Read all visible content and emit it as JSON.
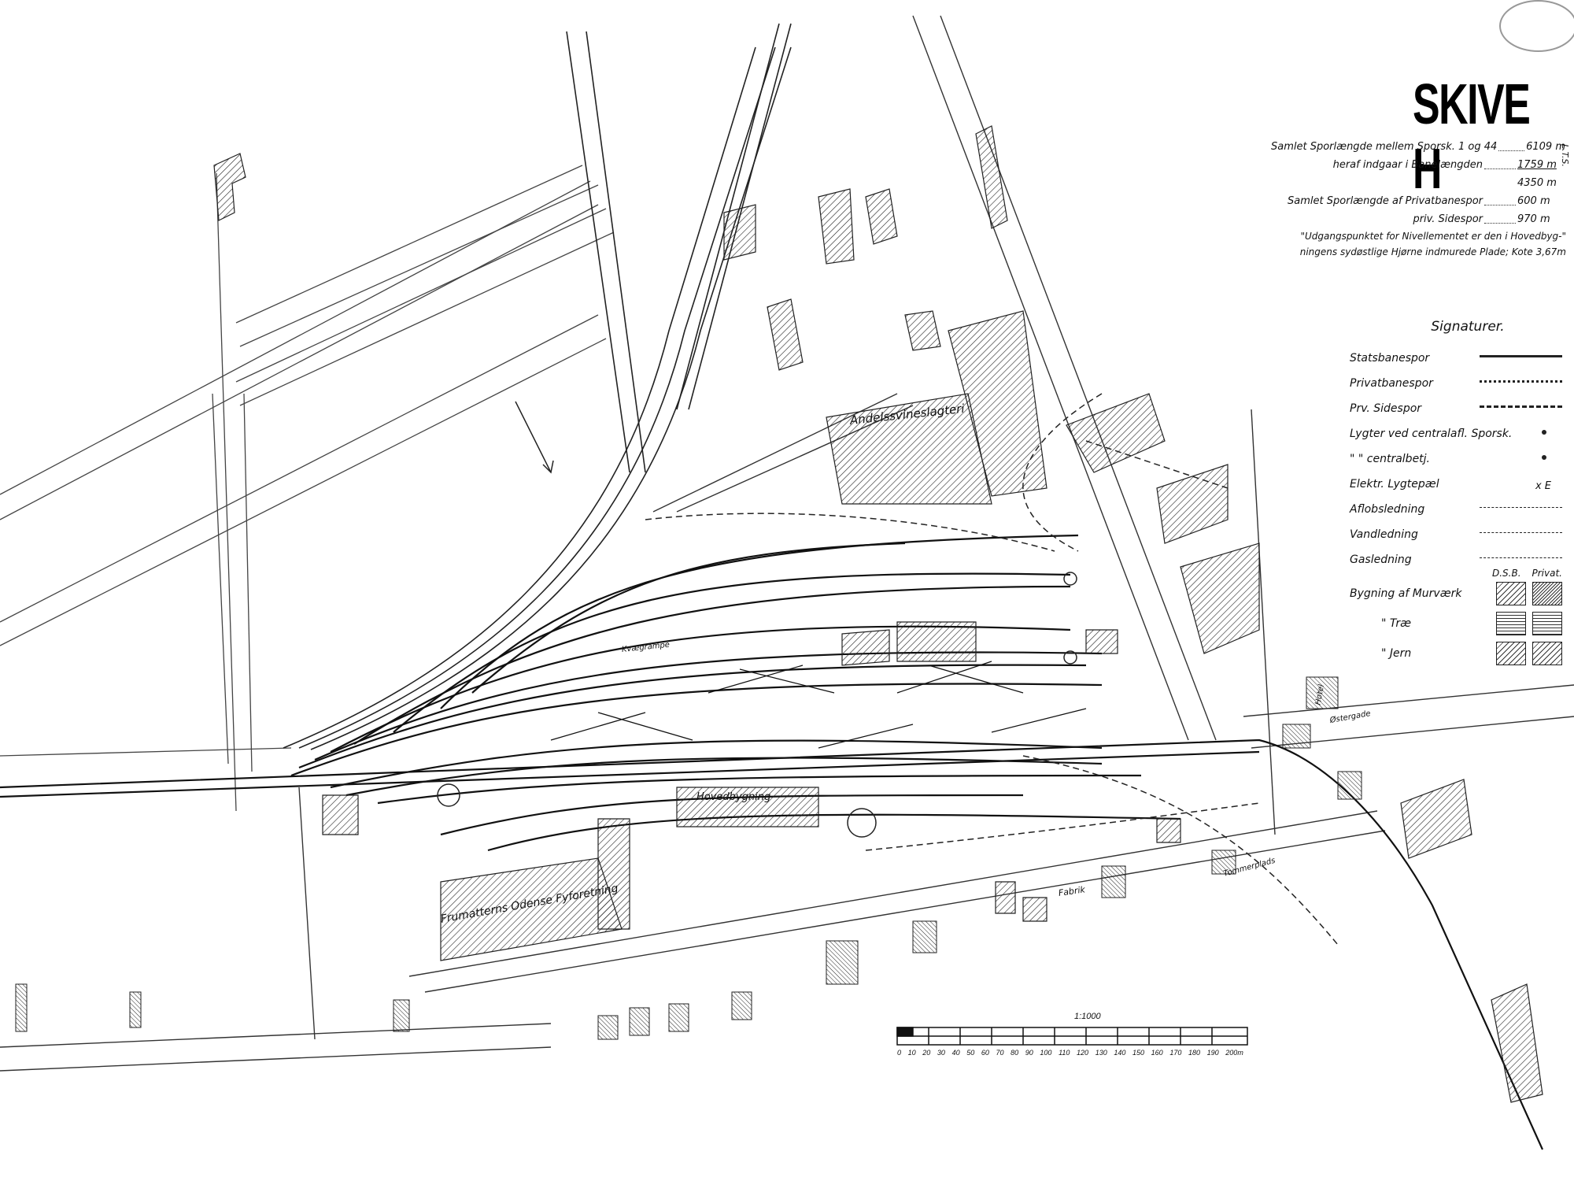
{
  "title": "SKIVE H",
  "stats": {
    "r1_label": "Samlet Sporlængde mellem Sporsk. 1 og 44",
    "r1_value": "6109 m",
    "r2_label": "heraf indgaar i Banelængden",
    "r2_value": "1759 m",
    "r3_value": "4350 m",
    "r4_label": "Samlet Sporlængde af Privatbanespor",
    "r4_value": "600 m",
    "r5_label": "priv. Sidespor",
    "r5_value": "970 m",
    "note1": "\"Udgangspunktet for Nivellementet er den i Hovedbyg-\"",
    "note2": "ningens sydøstlige Hjørne indmurede Plade; Kote 3,67m",
    "side_mark": "L.T.S."
  },
  "legend": {
    "heading": "Signaturer.",
    "items": [
      {
        "label": "Statsbanespor",
        "style": "solid"
      },
      {
        "label": "Privatbanespor",
        "style": "dots"
      },
      {
        "label": "Prv. Sidespor",
        "style": "dash"
      },
      {
        "label": "Lygter ved centralafl. Sporsk.",
        "style": "dot"
      },
      {
        "label": "\" \" centralbetj.",
        "style": "dot"
      },
      {
        "label": "Elektr. Lygtepæl",
        "style": "xe"
      },
      {
        "label": "Aflobsledning",
        "style": "thin"
      },
      {
        "label": "Vandledning",
        "style": "thin"
      },
      {
        "label": "Gasledning",
        "style": "thin"
      }
    ],
    "col_dsb": "D.S.B.",
    "col_privat": "Privat.",
    "buildings": [
      {
        "label": "Bygning af Murværk"
      },
      {
        "label": "\" Træ"
      },
      {
        "label": "\" Jern"
      }
    ],
    "xe_symbol": "x E"
  },
  "scale": {
    "label": "1:1000",
    "ticks": [
      "0",
      "10",
      "20",
      "30",
      "40",
      "50",
      "60",
      "70",
      "80",
      "90",
      "100",
      "110",
      "120",
      "130",
      "140",
      "150",
      "160",
      "170",
      "180",
      "190",
      "200m"
    ]
  },
  "map_labels": {
    "andels": "Andelssvineslagteri",
    "hoved": "Hovedbygning",
    "fruens": "Frumatterns Odense Fyforetning",
    "kvag": "Kvægrampe",
    "fabrik": "Fabrik",
    "hotel": "Hotel",
    "ostergade": "Østergade",
    "torv": "Tommerplads"
  }
}
